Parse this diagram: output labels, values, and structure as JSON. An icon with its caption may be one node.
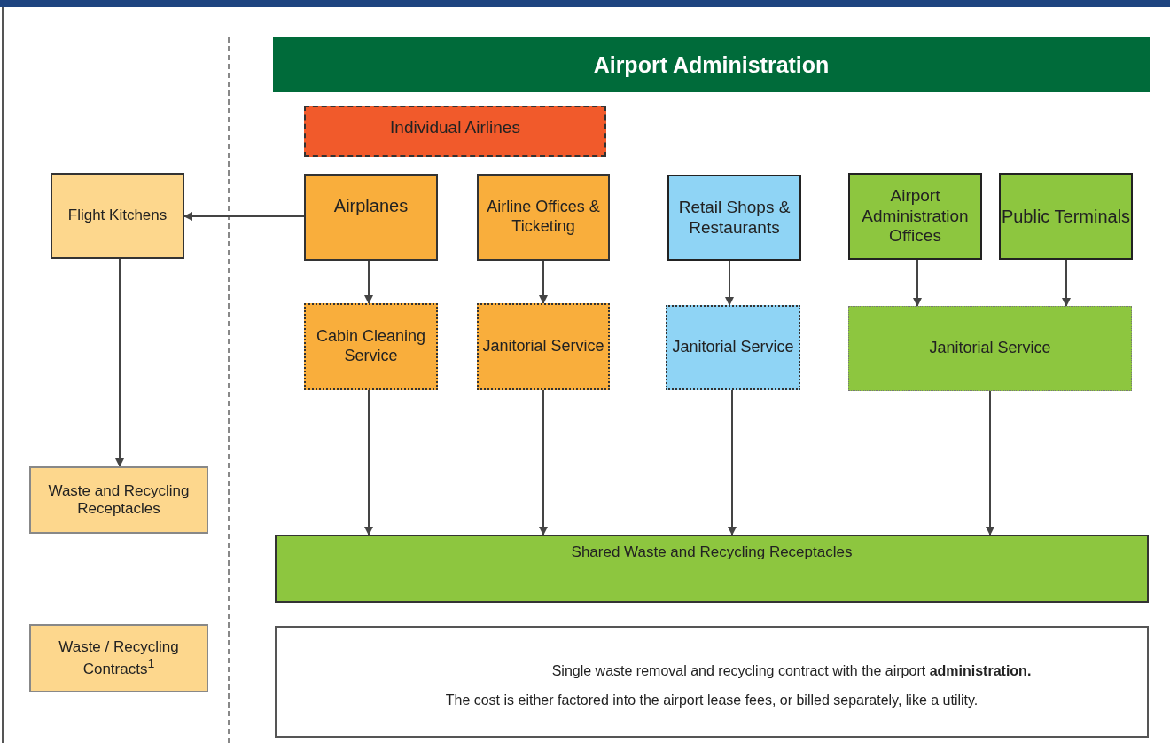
{
  "diagram": {
    "nodes": [
      {
        "text": [
          "Airport Administration"
        ]
      },
      {
        "text": [
          "Individual Airlines"
        ]
      },
      {
        "text": [
          "Flight Kitchens"
        ]
      },
      {
        "text": [
          "Airplanes"
        ]
      },
      {
        "text": [
          "Airline Offices & Ticketing"
        ]
      },
      {
        "text": [
          "Retail Shops & Restaurants"
        ]
      },
      {
        "text": [
          "Airport Administration Offices"
        ]
      },
      {
        "text": [
          "Public Terminals"
        ]
      },
      {
        "text": [
          "Cabin Cleaning Service"
        ]
      },
      {
        "text": [
          "Janitorial Service"
        ]
      },
      {
        "text": [
          "Janitorial Service"
        ]
      },
      {
        "text": [
          "Janitorial Service"
        ]
      },
      {
        "text": [
          "Waste and Recycling Receptacles"
        ]
      },
      {
        "text": [
          "Shared Waste and Recycling Receptacles"
        ]
      },
      {
        "text": [
          "Waste / Recycling Contracts$^{1}$"
        ]
      },
      {
        "text": [
          "Single waste removal and recycling contract with the airport **administration.**",
          "The cost is either factored into the airport lease fees, or billed separately, like a utility."
        ]
      }
    ],
    "edges": [
      {
        "from": 3,
        "to": 2,
        "arrow": "to"
      },
      {
        "from": 3,
        "to": 8,
        "arrow": "to"
      },
      {
        "from": 4,
        "to": 9,
        "arrow": "to"
      },
      {
        "from": 5,
        "to": 10,
        "arrow": "to"
      },
      {
        "from": 6,
        "to": 11,
        "arrow": "to"
      },
      {
        "from": 7,
        "to": 11,
        "arrow": "to"
      },
      {
        "from": 2,
        "to": 12,
        "arrow": "to"
      },
      {
        "from": 8,
        "to": 13,
        "arrow": "to"
      },
      {
        "from": 9,
        "to": 13,
        "arrow": "to"
      },
      {
        "from": 10,
        "to": 13,
        "arrow": "to"
      },
      {
        "from": 11,
        "to": 13,
        "arrow": "to"
      }
    ]
  }
}
